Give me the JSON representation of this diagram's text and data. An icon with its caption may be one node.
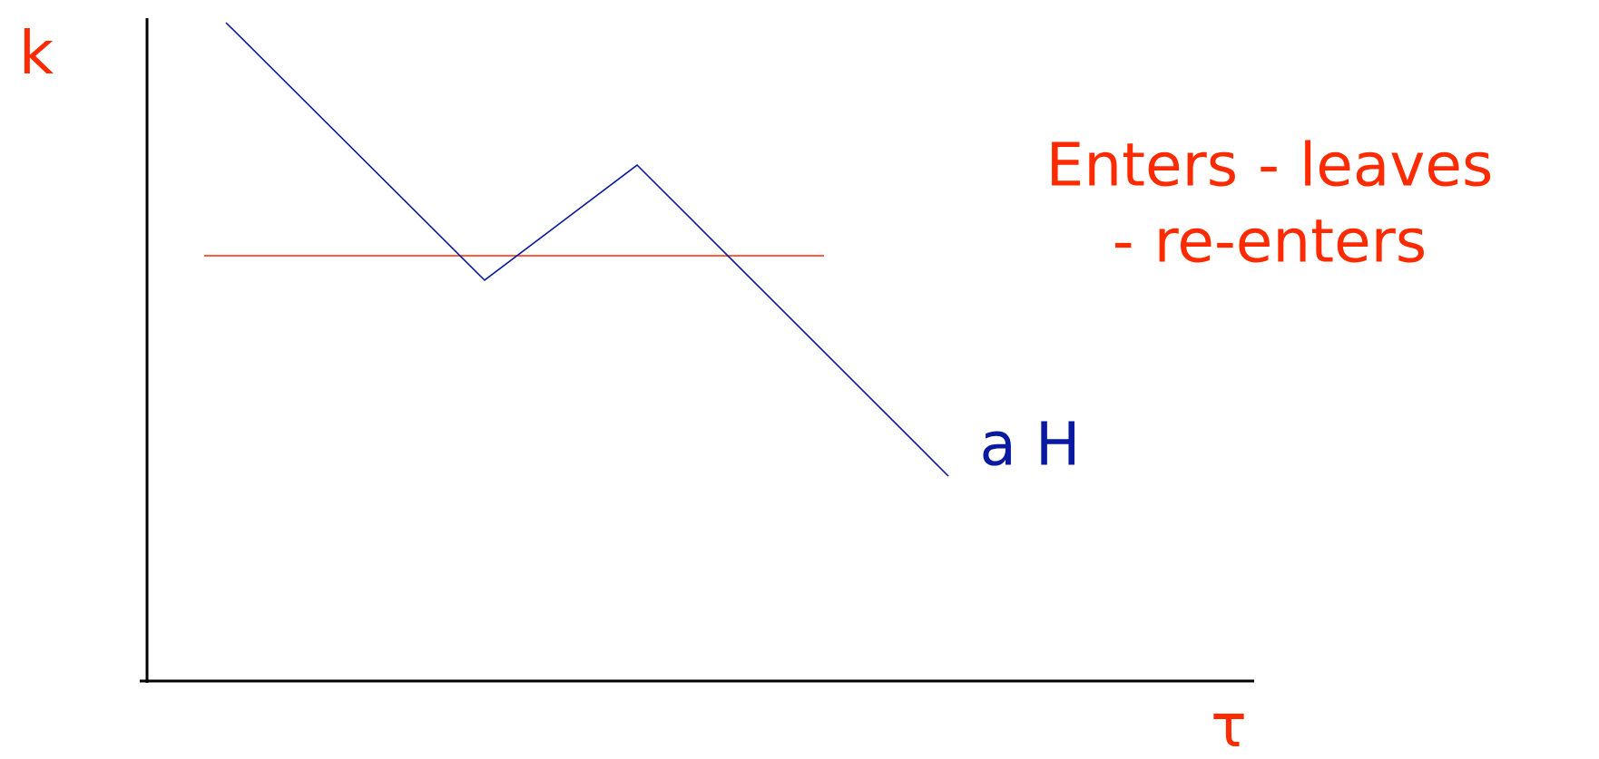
{
  "diagram": {
    "labels": [
      "k",
      "Enters - leaves - re-enters",
      "a H",
      "τ"
    ]
  }
}
